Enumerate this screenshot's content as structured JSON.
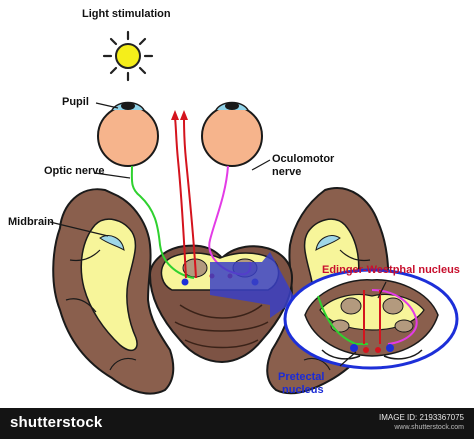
{
  "labels": {
    "light": "Light stimulation",
    "pupil": "Pupil",
    "optic_nerve": "Optic nerve",
    "oculomotor_line1": "Oculomotor",
    "oculomotor_line2": "nerve",
    "midbrain": "Midbrain",
    "edinger": "Edinger-Westphal nucleus",
    "pretectal_line1": "Pretectal",
    "pretectal_line2": "nucleus"
  },
  "footer": {
    "brand": "shutterstock",
    "image_id": "IMAGE ID: 2193367075",
    "site": "www.shutterstock.com"
  },
  "colors": {
    "brain": "#8a5f4d",
    "white_matter": "#f7f59a",
    "eye": "#f6b48c",
    "optic_pathway": "#2fd12f",
    "oculomotor_pathway": "#e33be6",
    "red_pathway": "#d4141e",
    "pretectal": "#1d2fd8",
    "arrow": "#3a3fc4"
  }
}
